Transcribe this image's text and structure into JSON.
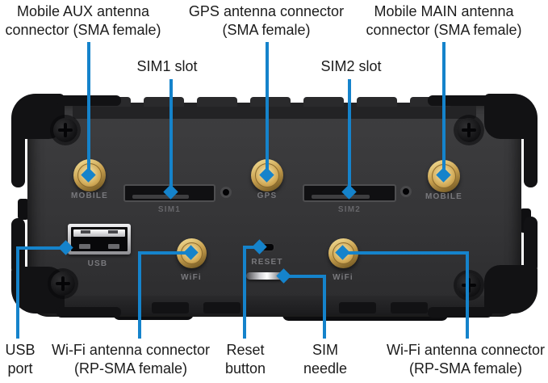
{
  "figure": {
    "type": "router rear panel connector diagram",
    "accent_color": "#1583cb",
    "body_color": "#353537",
    "bumper_color": "#121214",
    "connector_gold_color": "#d2ab58",
    "annotation_text_color": "#1c1c1c",
    "panel_label_color": "#78787c"
  },
  "annotations": {
    "top": [
      {
        "id": "mobile-aux",
        "lines": [
          "Mobile AUX antenna",
          "connector (SMA female)"
        ]
      },
      {
        "id": "sim1",
        "lines": [
          "SIM1 slot"
        ]
      },
      {
        "id": "gps",
        "lines": [
          "GPS antenna connector",
          "(SMA female)"
        ]
      },
      {
        "id": "sim2",
        "lines": [
          "SIM2 slot"
        ]
      },
      {
        "id": "mobile-main",
        "lines": [
          "Mobile MAIN antenna",
          "connector (SMA female)"
        ]
      }
    ],
    "bottom": [
      {
        "id": "usb",
        "lines": [
          "USB",
          "port"
        ]
      },
      {
        "id": "wifi-left",
        "lines": [
          "Wi-Fi antenna connector",
          "(RP-SMA female)"
        ]
      },
      {
        "id": "reset",
        "lines": [
          "Reset",
          "button"
        ]
      },
      {
        "id": "sim-needle",
        "lines": [
          "SIM",
          "needle"
        ]
      },
      {
        "id": "wifi-right",
        "lines": [
          "Wi-Fi antenna connector",
          "(RP-SMA female)"
        ]
      }
    ]
  },
  "device_labels": {
    "mobile_left": "MOBILE",
    "sim1": "SIM1",
    "gps": "GPS",
    "sim2": "SIM2",
    "mobile_right": "MOBILE",
    "usb": "USB",
    "wifi_left": "WiFi",
    "reset": "RESET",
    "wifi_right": "WiFi"
  }
}
